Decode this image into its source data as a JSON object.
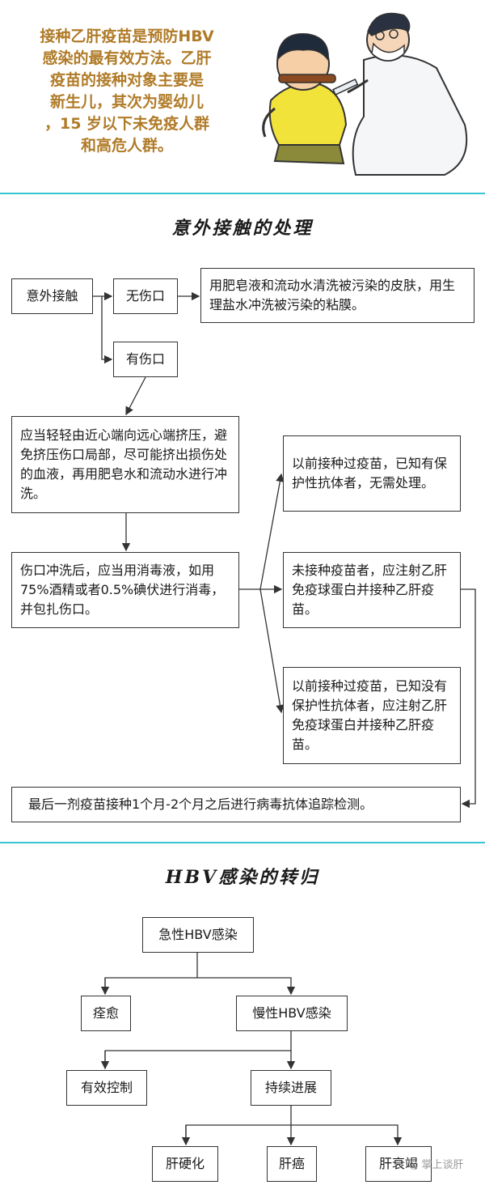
{
  "intro": {
    "text": "接种乙肝疫苗是预防HBV\n感染的最有效方法。乙肝\n疫苗的接种对象主要是\n新生儿，其次为婴幼儿\n，15 岁以下未免疫人群\n和高危人群。"
  },
  "accidental": {
    "title": "意外接触的处理",
    "contact": "意外接触",
    "no_wound": "无伤口",
    "no_wound_action": "用肥皂液和流动水清洗被污染的皮肤，用生理盐水冲洗被污染的粘膜。",
    "wound": "有伤口",
    "squeeze": "应当轻轻由近心端向远心端挤压，避免挤压伤口局部，尽可能挤出损伤处的血液，再用肥皂水和流动水进行冲洗。",
    "disinfect": "伤口冲洗后，应当用消毒液，如用75%酒精或者0.5%碘伏进行消毒，并包扎伤口。",
    "vaccinated_protected": "以前接种过疫苗，已知有保护性抗体者，无需处理。",
    "not_vaccinated": "未接种疫苗者，应注射乙肝免疫球蛋白并接种乙肝疫苗。",
    "vaccinated_unprotected": "以前接种过疫苗，已知没有保护性抗体者，应注射乙肝免疫球蛋白并接种乙肝疫苗。",
    "final": "最后一剂疫苗接种1个月-2个月之后进行病毒抗体追踪检测。"
  },
  "outcome": {
    "title": "HBV感染的转归",
    "acute": "急性HBV感染",
    "cured": "痊愈",
    "chronic": "慢性HBV感染",
    "controlled": "有效控制",
    "progress": "持续进展",
    "cirrhosis": "肝硬化",
    "cancer": "肝癌",
    "failure": "肝衰竭"
  },
  "watermark": "掌上谈肝",
  "colors": {
    "intro_text": "#b07b28",
    "divider": "#38c4d0",
    "line": "#333333"
  }
}
